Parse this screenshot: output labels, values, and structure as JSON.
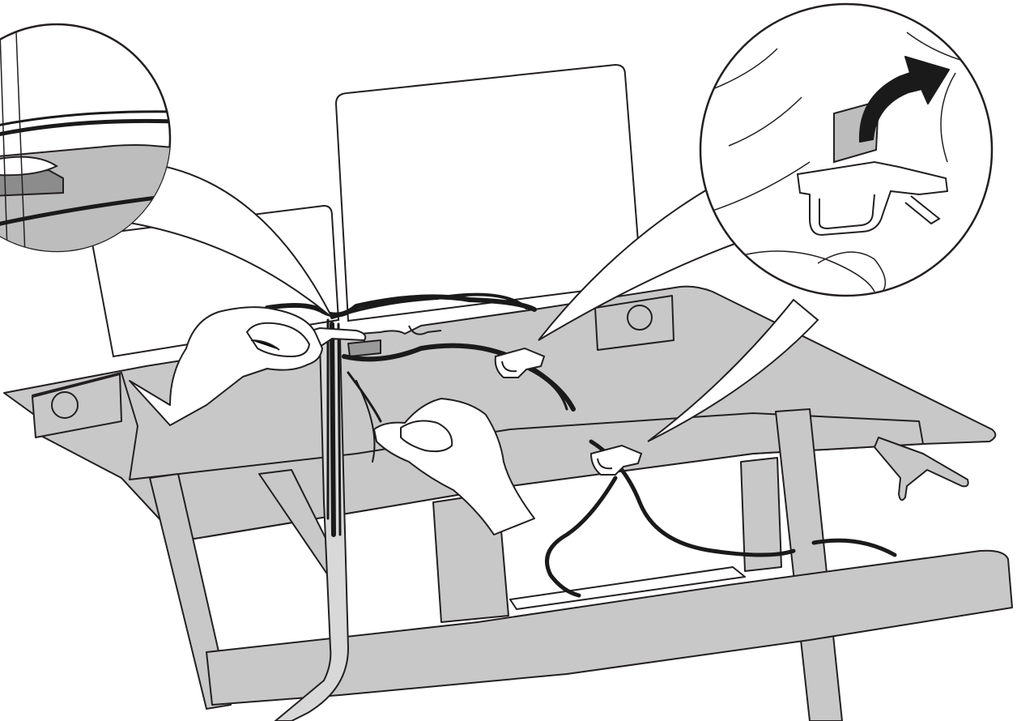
{
  "figure": {
    "kind": "assembly-instruction-illustration",
    "caption": "",
    "visible_text": [],
    "elements": [
      "desk-frame",
      "desk-panel-back",
      "desk-panel-front",
      "cable-bundle",
      "cable-tie",
      "cable-clip-upper",
      "cable-clip-lower",
      "left-hand",
      "right-hand",
      "detail-callout-left",
      "detail-callout-right",
      "rotate-arrow-icon"
    ]
  },
  "palette": {
    "frame_gray": "#c8c8c8",
    "callout_gray": "#bdbdbd",
    "line": "#231f20",
    "cable": "#1a1a1a",
    "background": "#ffffff"
  }
}
